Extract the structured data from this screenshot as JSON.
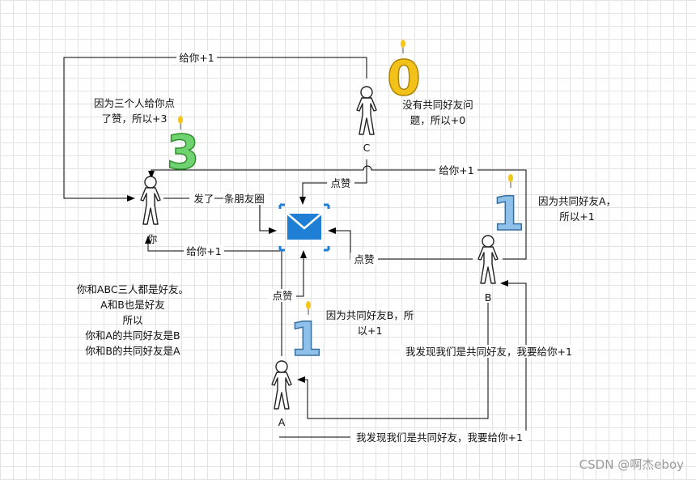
{
  "persons": {
    "you": "你",
    "a": "A",
    "b": "B",
    "c": "C"
  },
  "edges": {
    "c_to_you": "给你+1",
    "b_to_you": "给你+1",
    "a_to_you": "给你+1",
    "you_post": "发了一条朋友圈",
    "c_like": "点赞",
    "b_like": "点赞",
    "a_like": "点赞",
    "a_to_b": "我发现我们是共同好友，我要给你+1",
    "b_to_a": "我发现我们是共同好友，我要给你+1"
  },
  "notes": {
    "you_line1": "因为三个人给你点",
    "you_line2": "了赞，所以+3",
    "c_line1": "没有共同好友问",
    "c_line2": "题，所以+0",
    "b_line1": "因为共同好友A，",
    "b_line2": "所以+1",
    "a_line1": "因为共同好友B，所",
    "a_line2": "以+1",
    "left_line1": "你和ABC三人都是好友。",
    "left_line2": "A和B也是好友",
    "left_line3": "所以",
    "left_line4": "你和A的共同好友是B",
    "left_line5": "你和B的共同好友是A"
  },
  "candles": {
    "you": "3",
    "c": "0",
    "b": "1",
    "a": "1"
  },
  "colors": {
    "candle_3": "#6fd36f",
    "candle_0": "#f2c21b",
    "candle_1": "#8ec0ea",
    "mail_icon": "#1e7fd4"
  },
  "watermark": "CSDN @啊杰eboy"
}
